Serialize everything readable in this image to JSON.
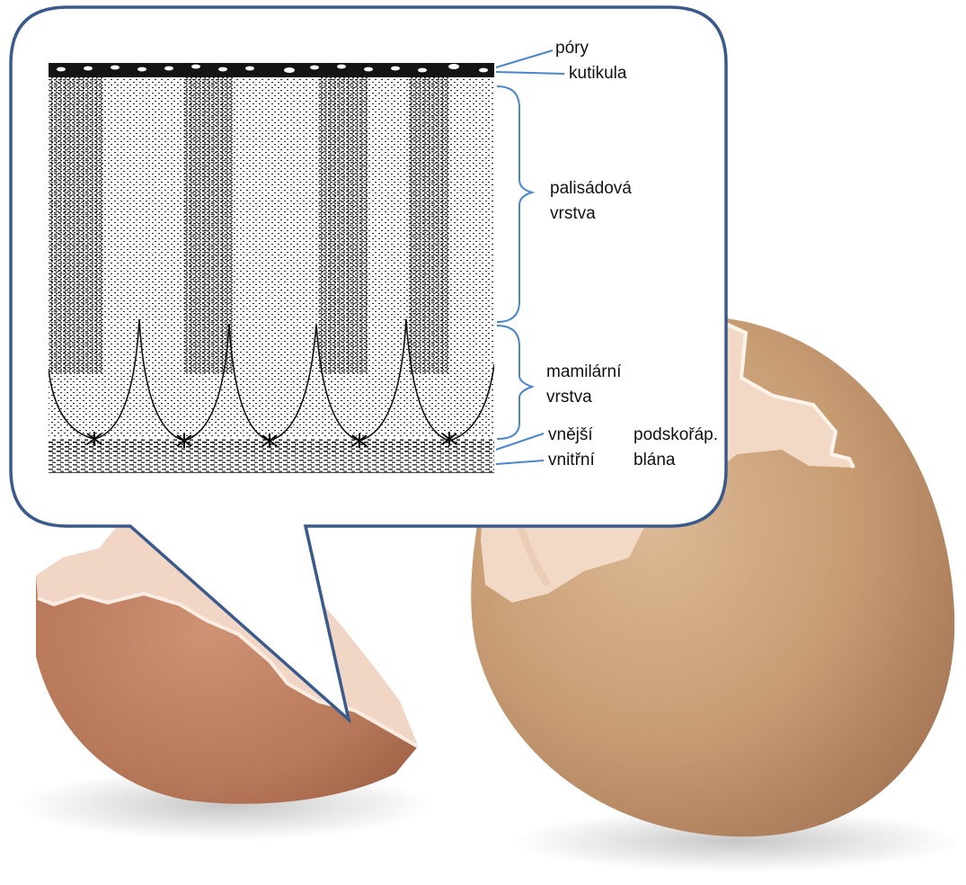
{
  "labels": {
    "pory": "póry",
    "kutikula": "kutikula",
    "palisadova": {
      "line1": "palisádová",
      "line2": "vrstva"
    },
    "mamilarni": {
      "line1": "mamilární",
      "line2": "vrstva"
    },
    "vnejsi": "vnější",
    "podskorap": "podskořáp.",
    "vnitrni": "vnitřní",
    "blana": "blána"
  },
  "colors": {
    "callout_border": "#3a5a8c",
    "bracket": "#4a86c8",
    "ink": "#111111",
    "shell_brown": "#b87a5a",
    "shell_tan": "#c9a07a",
    "shell_inside": "#f3ddd0"
  },
  "icons": {
    "callout": "speech-bubble",
    "left_shell": "broken-eggshell",
    "right_shell": "broken-egg"
  }
}
